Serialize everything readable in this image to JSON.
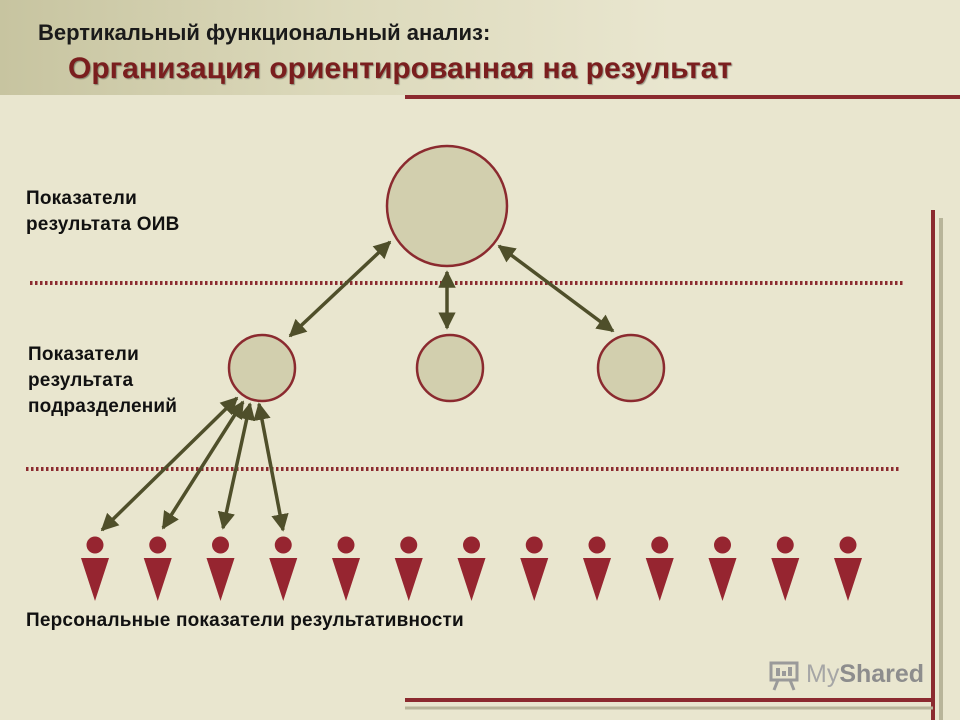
{
  "header": {
    "title": "Вертикальный функциональный анализ:",
    "subtitle": "Организация ориентированная на результат"
  },
  "levels": {
    "top_line1": "Показатели",
    "top_line2": "результата ОИВ",
    "middle_line1": "Показатели",
    "middle_line2": "результата",
    "middle_line3": "подразделений",
    "bottom": "Персональные показатели результативности"
  },
  "diagram": {
    "mid_nodes": 3,
    "person_count": 13,
    "persons_linked": 4
  },
  "logo": {
    "text_my": "My",
    "text_shared": "Shared",
    "icon": "presentation-board-icon"
  },
  "colors": {
    "background": "#e9e6cf",
    "accent": "#8b2a2f",
    "arrow": "#4f4f2a",
    "node_fill": "#d2cfae",
    "person": "#962530",
    "title_text": "#1a1a1a",
    "subtitle_text": "#7a1e1e"
  }
}
